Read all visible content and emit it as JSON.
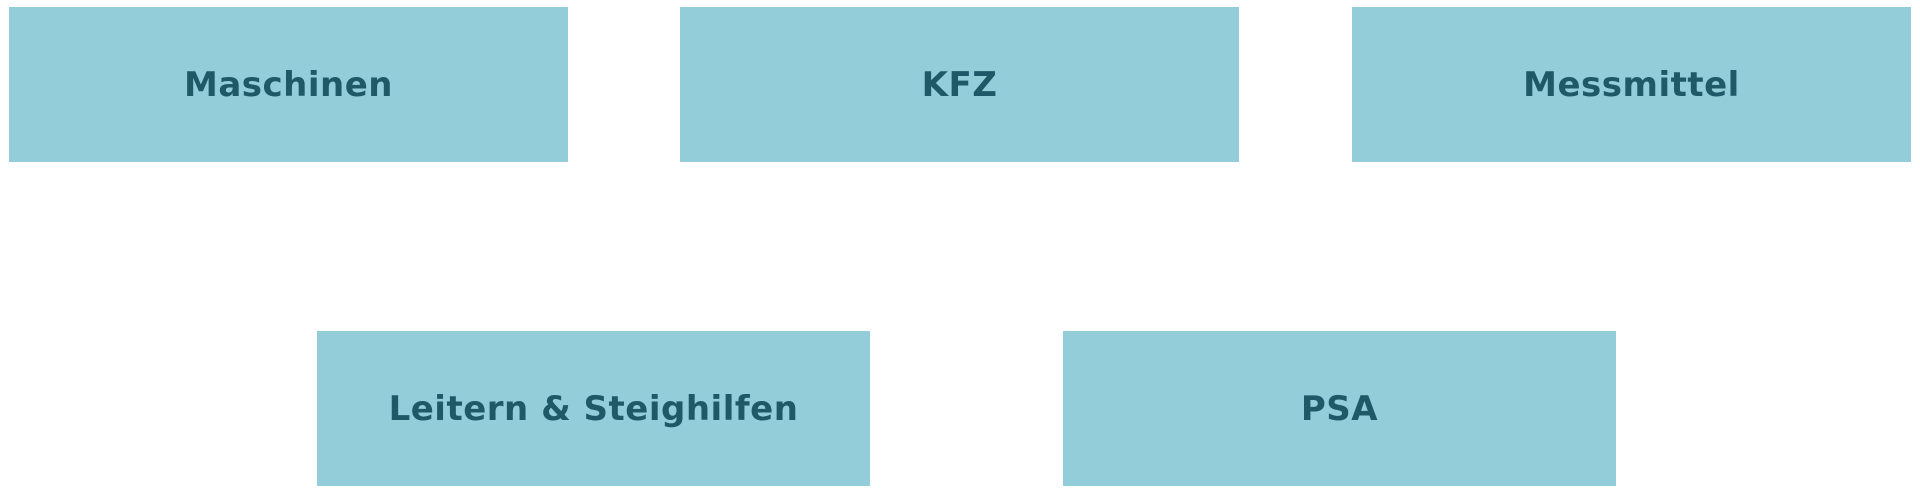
{
  "colors": {
    "tile_background": "#94cdda",
    "tile_text": "#1f5866",
    "page_background": "#ffffff"
  },
  "categories": [
    {
      "label": "Maschinen"
    },
    {
      "label": "KFZ"
    },
    {
      "label": "Messmittel"
    },
    {
      "label": "Leitern & Steighilfen"
    },
    {
      "label": "PSA"
    }
  ]
}
